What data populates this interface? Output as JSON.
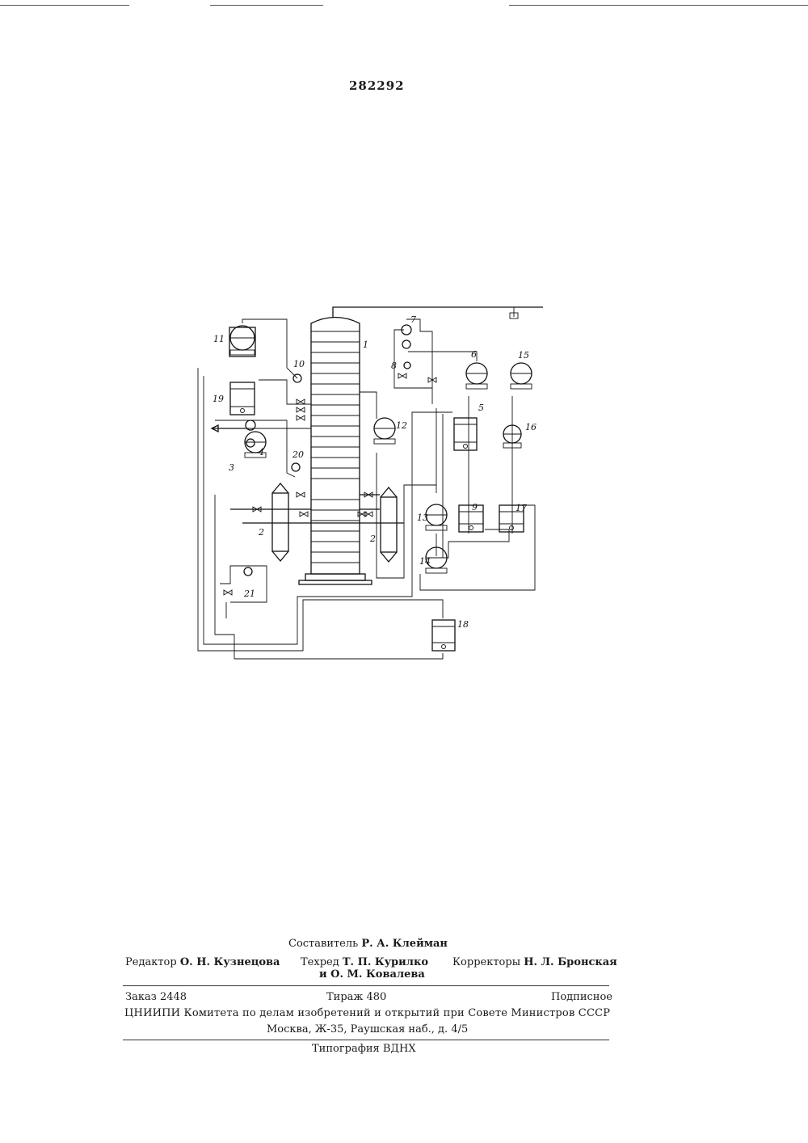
{
  "patent_number": "282292",
  "diagram": {
    "labels": [
      "1",
      "2",
      "2",
      "3",
      "4",
      "5",
      "6",
      "7",
      "8",
      "9",
      "10",
      "11",
      "12",
      "13",
      "14",
      "15",
      "16",
      "17",
      "18",
      "19",
      "20",
      "21"
    ]
  },
  "footer": {
    "compiler_label": "Составитель",
    "compiler_name": "Р. А. Клейман",
    "editor_label": "Редактор",
    "editor_name": "О. Н. Кузнецова",
    "techred_label": "Техред",
    "techred_name1": "Т. П. Курилко",
    "techred_name2": "и О. М. Ковалева",
    "correctors_label": "Корректоры",
    "correctors_name": "Н. Л. Бронская",
    "order": "Заказ 2448",
    "circulation": "Тираж 480",
    "subscription": "Подписное",
    "org_line": "ЦНИИПИ Комитета по делам изобретений и открытий при Совете Министров СССР",
    "address": "Москва, Ж-35, Раушская наб., д. 4/5",
    "printer": "Типография ВДНХ"
  }
}
